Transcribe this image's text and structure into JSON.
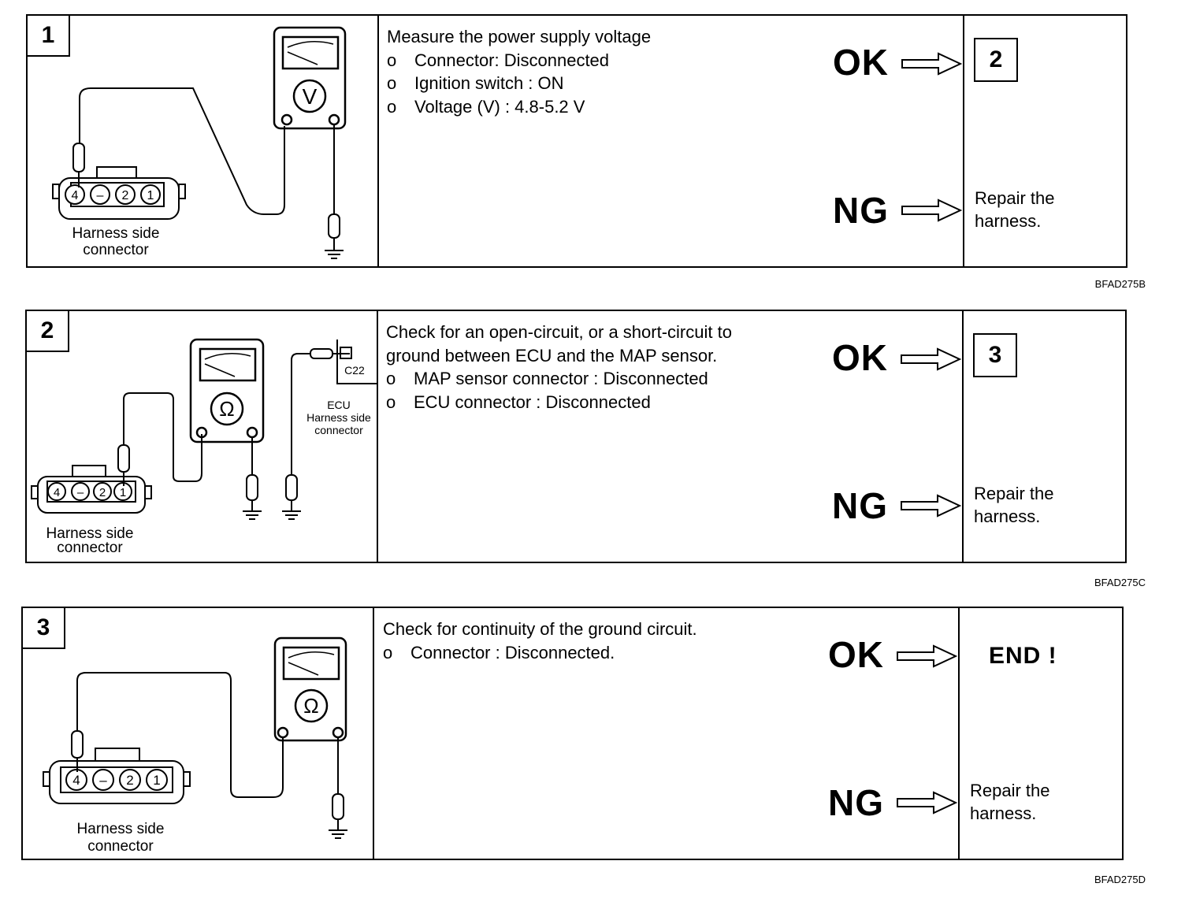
{
  "steps": [
    {
      "number": "1",
      "meter_symbol": "V",
      "connector_label_1": "Harness side",
      "connector_label_2": "connector",
      "pins": [
        "4",
        "–",
        "2",
        "1"
      ],
      "instructions": [
        "Measure the power supply voltage",
        "Connector: Disconnected",
        "Ignition switch : ON",
        "Voltage (V) : 4.8-5.2 V"
      ],
      "bullet": "o",
      "ok_label": "OK",
      "ng_label": "NG",
      "ok_result": "2",
      "ng_result_1": "Repair the",
      "ng_result_2": "harness.",
      "code": "BFAD275B"
    },
    {
      "number": "2",
      "meter_symbol": "Ω",
      "connector_label_1": "Harness side",
      "connector_label_2": "connector",
      "pins": [
        "4",
        "–",
        "2",
        "1"
      ],
      "ecu_connector_id": "C22",
      "ecu_label_1": "ECU",
      "ecu_label_2": "Harness side",
      "ecu_label_3": "connector",
      "instructions": [
        "Check for an open-circuit, or a short-circuit to",
        "ground between ECU and the MAP sensor.",
        "MAP sensor connector : Disconnected",
        "ECU connector : Disconnected"
      ],
      "bullet": "o",
      "ok_label": "OK",
      "ng_label": "NG",
      "ok_result": "3",
      "ng_result_1": "Repair the",
      "ng_result_2": "harness.",
      "code": "BFAD275C"
    },
    {
      "number": "3",
      "meter_symbol": "Ω",
      "connector_label_1": "Harness side",
      "connector_label_2": "connector",
      "pins": [
        "4",
        "–",
        "2",
        "1"
      ],
      "instructions": [
        "Check for continuity of the ground circuit.",
        "Connector : Disconnected."
      ],
      "bullet": "o",
      "ok_label": "OK",
      "ng_label": "NG",
      "ok_result": "END !",
      "ng_result_1": "Repair the",
      "ng_result_2": "harness.",
      "code": "BFAD275D"
    }
  ]
}
